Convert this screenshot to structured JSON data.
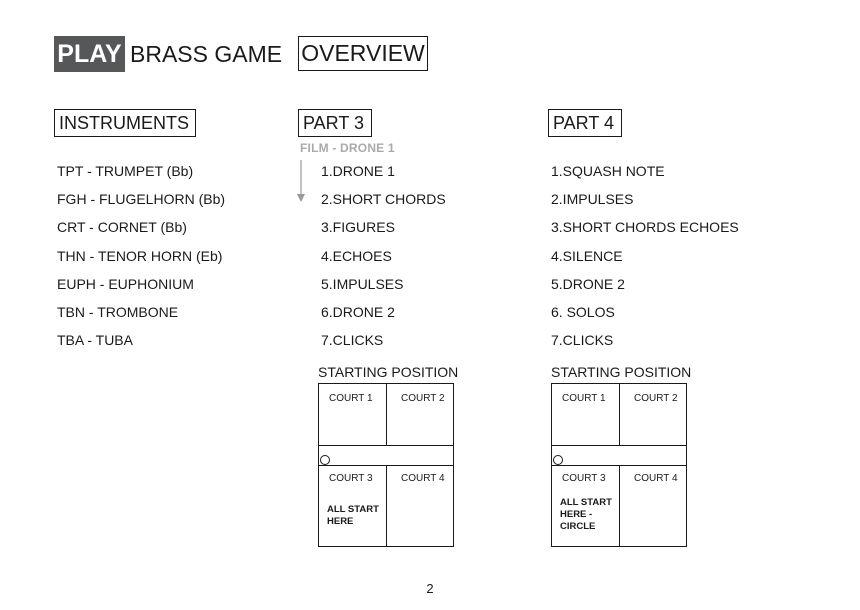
{
  "header": {
    "play": "PLAY",
    "title": "BRASS GAME",
    "overview": "OVERVIEW"
  },
  "instruments": {
    "heading": "INSTRUMENTS",
    "items": [
      "TPT - TRUMPET (Bb)",
      "FGH - FLUGELHORN (Bb)",
      "CRT - CORNET (Bb)",
      "THN - TENOR HORN (Eb)",
      "EUPH - EUPHONIUM",
      "TBN - TROMBONE",
      "TBA - TUBA"
    ]
  },
  "part3": {
    "heading": "PART 3",
    "film_label": "FILM - DRONE 1",
    "items": [
      "1.DRONE 1",
      "2.SHORT CHORDS",
      "3.FIGURES",
      "4.ECHOES",
      "5.IMPULSES",
      "6.DRONE 2",
      "7.CLICKS"
    ],
    "starting_position": "STARTING POSITION",
    "court": {
      "court1": "COURT 1",
      "court2": "COURT 2",
      "court3": "COURT 3",
      "court4": "COURT 4",
      "note": "ALL START HERE"
    }
  },
  "part4": {
    "heading": "PART 4",
    "items": [
      "1.SQUASH NOTE",
      "2.IMPULSES",
      "3.SHORT CHORDS ECHOES",
      "4.SILENCE",
      "5.DRONE 2",
      "6. SOLOS",
      "7.CLICKS"
    ],
    "starting_position": "STARTING POSITION",
    "court": {
      "court1": "COURT 1",
      "court2": "COURT 2",
      "court3": "COURT 3",
      "court4": "COURT 4",
      "note": "ALL START HERE - CIRCLE"
    }
  },
  "page_number": "2",
  "colors": {
    "play_bg": "#555759",
    "film_label": "#aaaaaa",
    "arrow": "#999999"
  }
}
